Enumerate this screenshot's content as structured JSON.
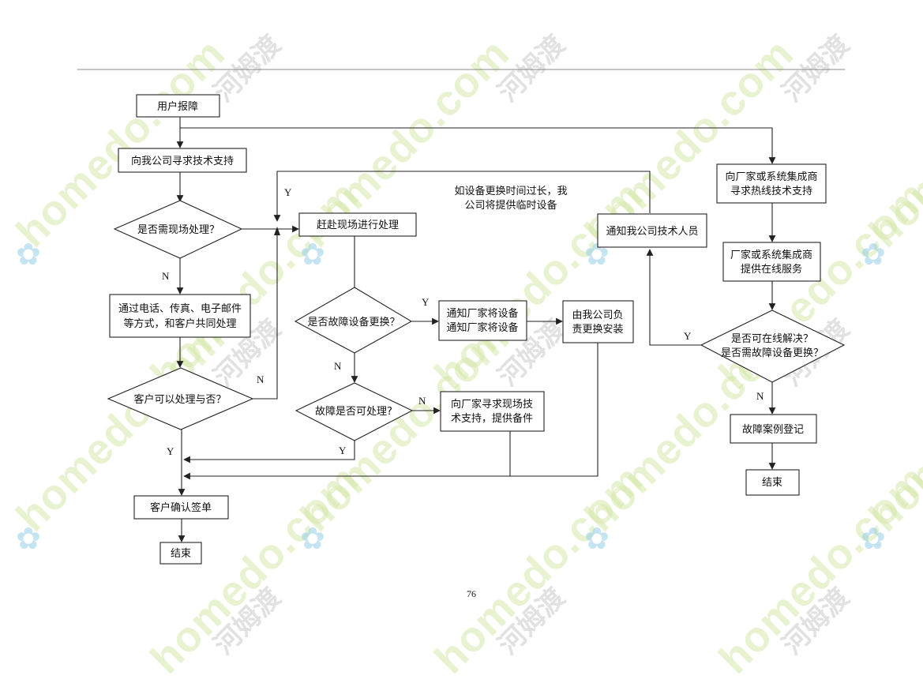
{
  "page_number": "76",
  "watermark": {
    "latin": "homedo.com",
    "cjk": "河姆渡",
    "flower_glyph": "✿"
  },
  "nodes": {
    "user_report": "用户报障",
    "seek_support": "向我公司寻求技术支持",
    "need_onsite": "是否需现场处理？",
    "remote_handle": [
      "通过电话、传真、电子邮件",
      "等方式，和客户共同处理"
    ],
    "customer_can_handle": "客户可以处理与否？",
    "customer_confirm": "客户确认签单",
    "end_left": "结束",
    "go_onsite": "赶赴现场进行处理",
    "replace_device": "是否故障设备更换？",
    "notify_vendor": [
      "通知厂家将设备",
      "通知厂家将设备"
    ],
    "company_replace": [
      "由我公司负",
      "责更换安装"
    ],
    "can_fix": "故障是否可处理?",
    "vendor_onsite": [
      "向厂家寻求现场技",
      "术支持，提供备件"
    ],
    "temp_device_note": [
      "如设备更换时间过长，我",
      "公司将提供临时设备"
    ],
    "notify_tech": "通知我公司技术人员",
    "vendor_hotline": [
      "向厂家或系统集成商",
      "寻求热线技术支持"
    ],
    "vendor_online": [
      "厂家或系统集成商",
      "提供在线服务"
    ],
    "online_solve": [
      "是否可在线解决？",
      "是否需故障设备更换？"
    ],
    "case_record": "故障案例登记",
    "end_right": "结束"
  },
  "edge_labels": {
    "onsite_no": "N",
    "onsite_yes": "Y",
    "customer_no": "N",
    "customer_yes": "Y",
    "replace_yes": "Y",
    "replace_no": "N",
    "fix_no": "N",
    "fix_yes": "Y",
    "online_yes": "Y",
    "online_no": "N"
  }
}
